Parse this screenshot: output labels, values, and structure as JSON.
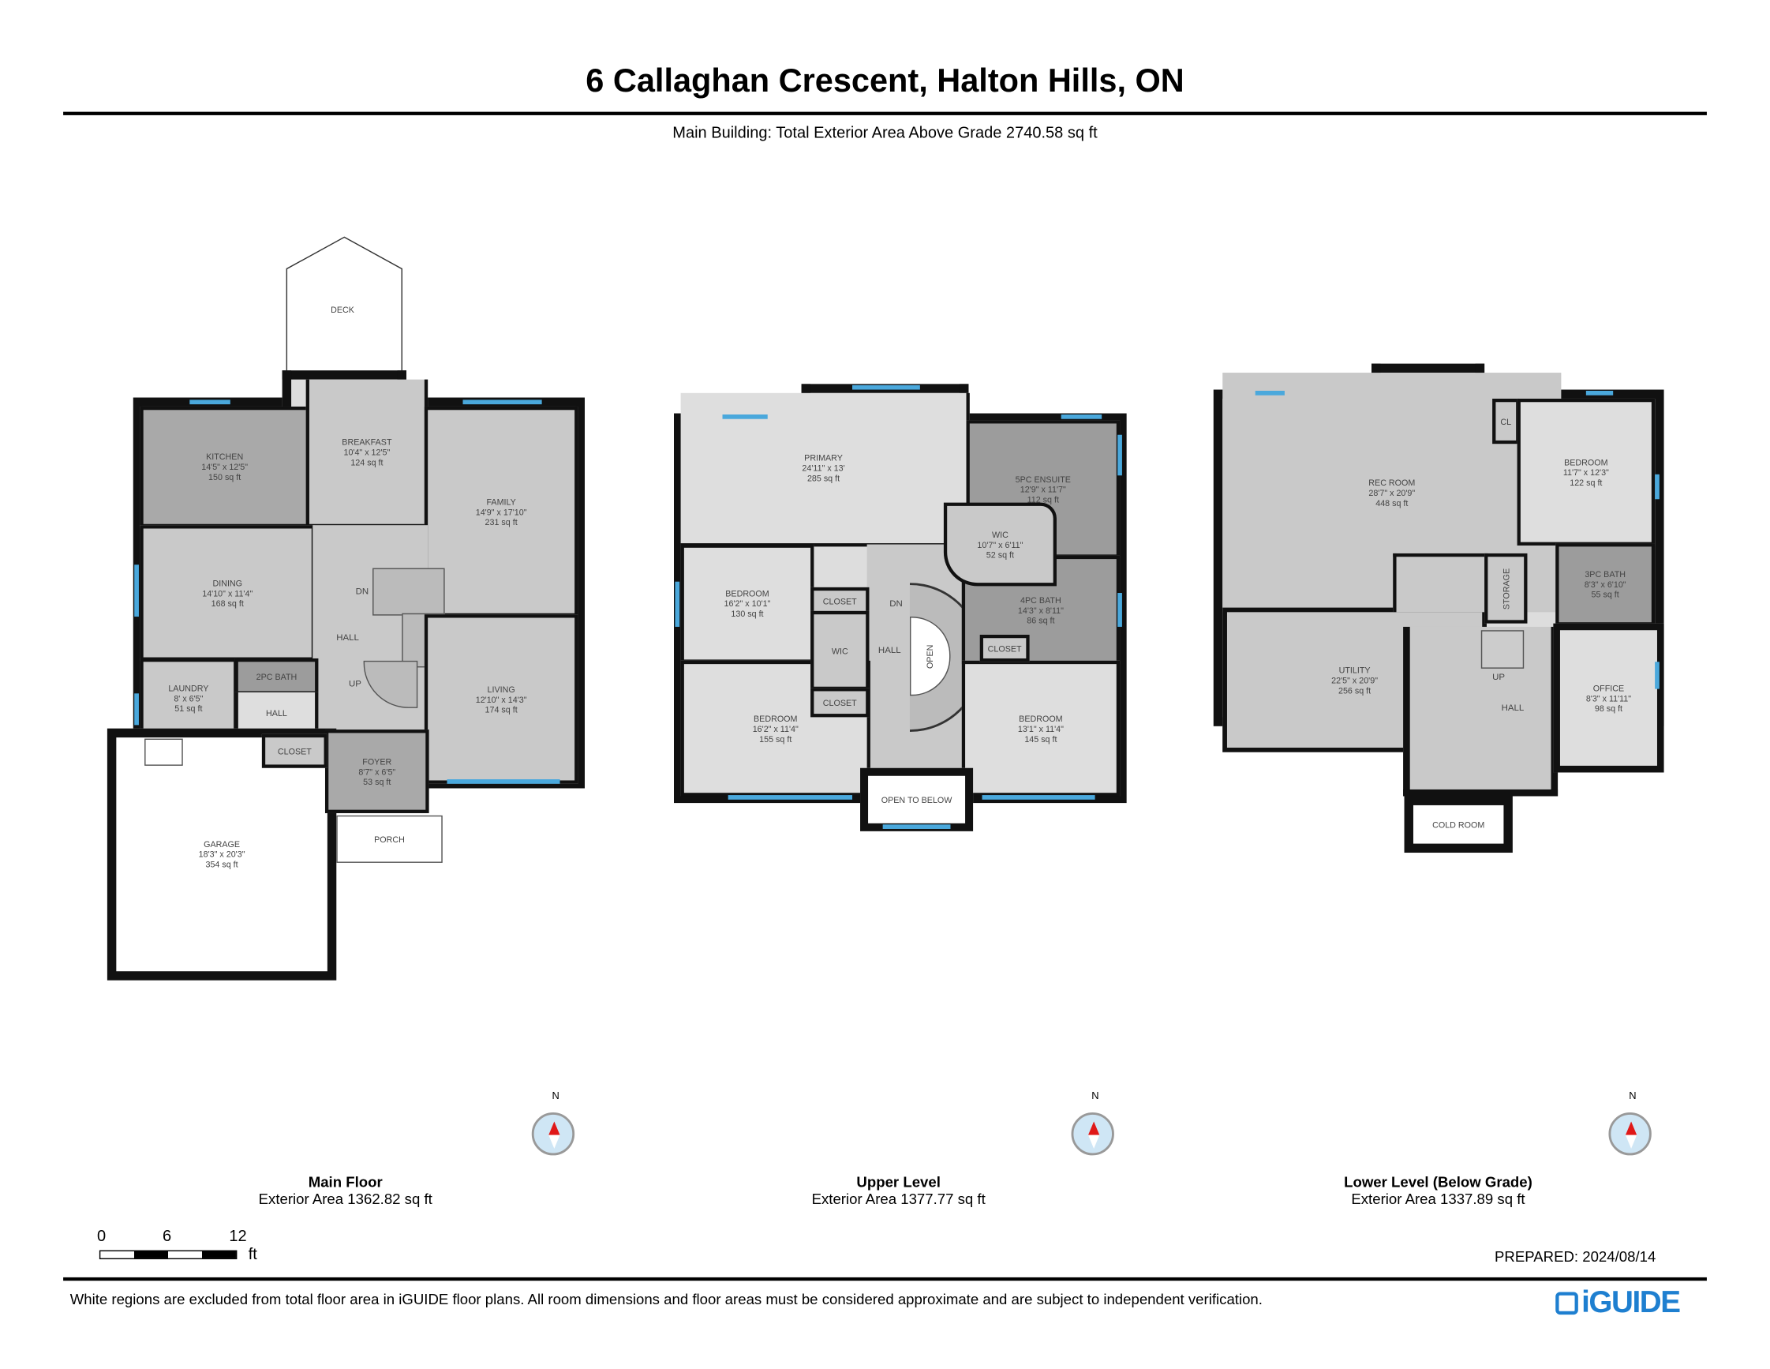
{
  "header": {
    "title": "6 Callaghan Crescent, Halton Hills, ON",
    "subtitle": "Main Building: Total Exterior Area Above Grade 2740.58 sq ft"
  },
  "main_floor": {
    "name": "Main Floor",
    "area": "Exterior Area 1362.82 sq ft",
    "rooms": [
      {
        "name": "KITCHEN",
        "dims": "14'5\" x 12'5\"",
        "area": "150 sq ft"
      },
      {
        "name": "BREAKFAST",
        "dims": "10'4\" x 12'5\"",
        "area": "124 sq ft"
      },
      {
        "name": "FAMILY",
        "dims": "14'9\" x 17'10\"",
        "area": "231 sq ft"
      },
      {
        "name": "DINING",
        "dims": "14'10\" x 11'4\"",
        "area": "168 sq ft"
      },
      {
        "name": "LAUNDRY",
        "dims": "8' x 6'5\"",
        "area": "51 sq ft"
      },
      {
        "name": "LIVING",
        "dims": "12'10\" x 14'3\"",
        "area": "174 sq ft"
      },
      {
        "name": "FOYER",
        "dims": "8'7\" x 6'5\"",
        "area": "53 sq ft"
      },
      {
        "name": "GARAGE",
        "dims": "18'3\" x 20'3\"",
        "area": "354 sq ft"
      }
    ],
    "labels": {
      "deck": "DECK",
      "hall": "HALL",
      "dn": "DN",
      "up": "UP",
      "bath2": "2PC BATH",
      "hall2": "HALL",
      "closet": "CLOSET",
      "porch": "PORCH"
    }
  },
  "upper_level": {
    "name": "Upper Level",
    "area": "Exterior Area 1377.77 sq ft",
    "rooms": [
      {
        "name": "PRIMARY",
        "dims": "24'11\" x 13'",
        "area": "285 sq ft"
      },
      {
        "name": "5PC ENSUITE",
        "dims": "12'9\" x 11'7\"",
        "area": "112 sq ft"
      },
      {
        "name": "WIC",
        "dims": "10'7\" x 6'11\"",
        "area": "52 sq ft"
      },
      {
        "name": "BEDROOM",
        "dims": "16'2\" x 10'1\"",
        "area": "130 sq ft"
      },
      {
        "name": "4PC BATH",
        "dims": "14'3\" x 8'11\"",
        "area": "86 sq ft"
      },
      {
        "name": "BEDROOM",
        "dims": "16'2\" x 11'4\"",
        "area": "155 sq ft"
      },
      {
        "name": "BEDROOM",
        "dims": "13'1\" x 11'4\"",
        "area": "145 sq ft"
      }
    ],
    "labels": {
      "closet1": "CLOSET",
      "wic": "WIC",
      "closet2": "CLOSET",
      "closet3": "CLOSET",
      "hall": "HALL",
      "dn": "DN",
      "open": "OPEN",
      "open_below": "OPEN TO BELOW"
    }
  },
  "lower_level": {
    "name": "Lower Level (Below Grade)",
    "area": "Exterior Area 1337.89 sq ft",
    "rooms": [
      {
        "name": "REC ROOM",
        "dims": "28'7\" x 20'9\"",
        "area": "448 sq ft"
      },
      {
        "name": "BEDROOM",
        "dims": "11'7\" x 12'3\"",
        "area": "122 sq ft"
      },
      {
        "name": "3PC BATH",
        "dims": "8'3\" x 6'10\"",
        "area": "55 sq ft"
      },
      {
        "name": "UTILITY",
        "dims": "22'5\" x 20'9\"",
        "area": "256 sq ft"
      },
      {
        "name": "OFFICE",
        "dims": "8'3\" x 11'11\"",
        "area": "98 sq ft"
      }
    ],
    "labels": {
      "cl": "CL",
      "storage": "STORAGE",
      "up": "UP",
      "hall": "HALL",
      "cold_room": "COLD ROOM"
    }
  },
  "compass": {
    "north": "N",
    "needle_color": "#e01818"
  },
  "scale": {
    "ticks": [
      "0",
      "6",
      "12"
    ],
    "unit": "ft"
  },
  "prepared": "PREPARED: 2024/08/14",
  "footer": {
    "disclaimer": "White regions are excluded from total floor area in iGUIDE floor plans. All room dimensions and floor areas must be considered approximate and are subject to independent verification.",
    "logo": "iGUIDE",
    "logo_color": "#1e7fd0"
  },
  "colors": {
    "window": "#4aa8dc",
    "wall": "#111111"
  }
}
